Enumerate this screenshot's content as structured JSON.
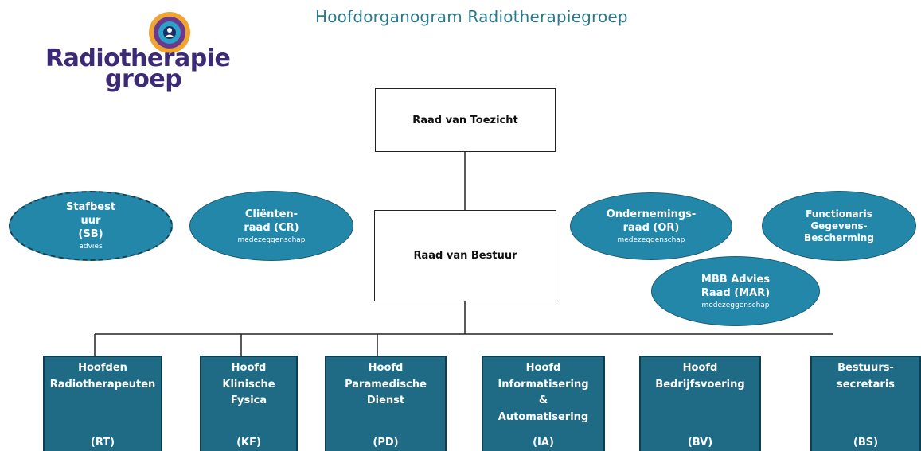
{
  "title": "Hoofdorganogram Radiotherapiegroep",
  "logo": {
    "line1": "Radiotherapie",
    "line2": "groep"
  },
  "top_boxes": {
    "toezicht": "Raad van Toezicht",
    "bestuur": "Raad van Bestuur"
  },
  "councils": {
    "sb": {
      "label": "Stafbest\nuur\n(SB)",
      "sub": "advies"
    },
    "cr": {
      "label": "Cliënten-\nraad (CR)",
      "sub": "medezeggenschap"
    },
    "or": {
      "label": "Ondernemings-\nraad (OR)",
      "sub": "medezeggenschap"
    },
    "fg": {
      "label": "Functionaris\nGegevens-\nBescherming",
      "sub": ""
    },
    "mar": {
      "label": "MBB Advies\nRaad (MAR)",
      "sub": "medezeggenschap"
    }
  },
  "departments": [
    {
      "name": "Hoofden\nRadiotherapeuten",
      "abbr": "(RT)"
    },
    {
      "name": "Hoofd\nKlinische\nFysica",
      "abbr": "(KF)"
    },
    {
      "name": "Hoofd\nParamedische\nDienst",
      "abbr": "(PD)"
    },
    {
      "name": "Hoofd\nInformatisering\n&\nAutomatisering",
      "abbr": "(IA)"
    },
    {
      "name": "Hoofd\nBedrijfsvoering",
      "abbr": "(BV)"
    },
    {
      "name": "Bestuurs-\nsecretaris",
      "abbr": "(BS)"
    }
  ],
  "colors": {
    "title": "#2b7a8c",
    "logo_text": "#3d2a77",
    "ellipse_fill": "#2387a9",
    "department_fill": "#1f6b86"
  }
}
